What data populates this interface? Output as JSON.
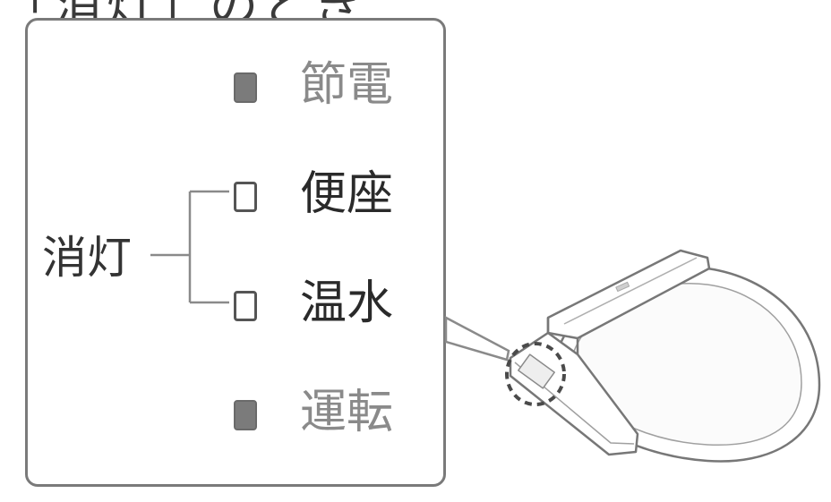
{
  "top_fragment": "「消灯」のとき",
  "indicators": [
    {
      "label": "節電",
      "state": "on",
      "emphasis": "muted"
    },
    {
      "label": "便座",
      "state": "off",
      "emphasis": "strong"
    },
    {
      "label": "温水",
      "state": "off",
      "emphasis": "strong"
    },
    {
      "label": "運転",
      "state": "on",
      "emphasis": "muted"
    }
  ],
  "group_label": "消灯",
  "colors": {
    "lamp_on": "#7b7b7b",
    "text_muted": "#8a8a8a",
    "text_strong": "#2a2a2a",
    "outline": "#7a7a7a"
  },
  "icons": [
    "toilet-seat-illustration",
    "dashed-callout-circle"
  ]
}
